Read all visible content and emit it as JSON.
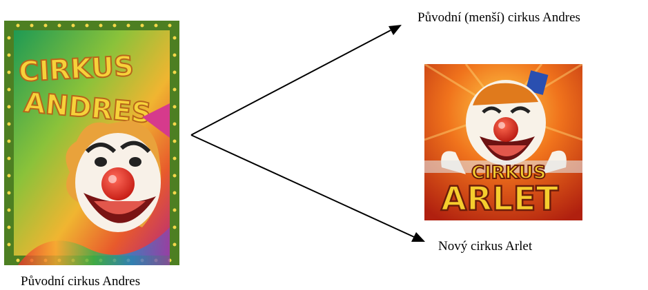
{
  "posters": {
    "andres": {
      "title_line1": "CIRKUS",
      "title_line2": "ANDRES",
      "caption": "Původní cirkus Andres",
      "colors": {
        "border": "#5a8a2a",
        "title_fill": "#f6d23a",
        "title_stroke": "#b8651a",
        "star": "#f3d84a"
      }
    },
    "arlet": {
      "title_line1": "CIRKUS",
      "title_line2": "ARLET",
      "caption": "Nový cirkus Arlet",
      "colors": {
        "background": "#d9441c",
        "title_fill": "#f5cd2e",
        "title_stroke": "#6b1d0a"
      }
    }
  },
  "branches": {
    "smaller_andres_caption": "Původní (menší) cirkus Andres"
  },
  "icons": {
    "andres_mascot": "clown-face-icon",
    "arlet_mascot": "clown-face-icon",
    "arrow_up": "arrow-head-icon",
    "arrow_down": "arrow-head-icon"
  }
}
